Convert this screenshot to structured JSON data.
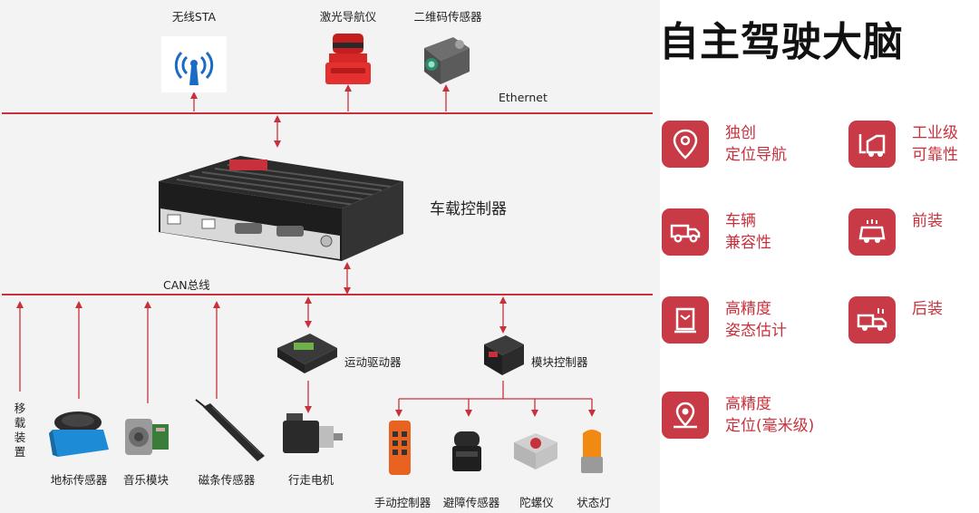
{
  "bus": {
    "ethernet_label": "Ethernet",
    "can_label": "CAN总线"
  },
  "top_devices": [
    {
      "label": "无线STA",
      "icon": "wifi-icon"
    },
    {
      "label": "激光导航仪",
      "icon": "laser-scanner-icon"
    },
    {
      "label": "二维码传感器",
      "icon": "qr-sensor-icon"
    }
  ],
  "controller": {
    "label": "车载控制器",
    "icon": "fanless-computer-icon"
  },
  "mid_devices": {
    "motion_driver": "运动驱动器",
    "module_controller": "模块控制器"
  },
  "mobile_group_label": "移载装置",
  "bottom_devices": [
    {
      "label": "地标传感器",
      "icon": "landmark-sensor-icon"
    },
    {
      "label": "音乐模块",
      "icon": "music-module-icon"
    },
    {
      "label": "磁条传感器",
      "icon": "magnetic-sensor-icon"
    },
    {
      "label": "行走电机",
      "icon": "motor-icon"
    }
  ],
  "module_devices": [
    {
      "label": "手动控制器",
      "icon": "remote-control-icon"
    },
    {
      "label": "避障传感器",
      "icon": "obstacle-sensor-icon"
    },
    {
      "label": "陀螺仪",
      "icon": "gyroscope-icon"
    },
    {
      "label": "状态灯",
      "icon": "status-light-icon"
    }
  ],
  "title": "自主驾驶大脑",
  "features": [
    {
      "line1": "独创",
      "line2": "定位导航",
      "icon": "location-pin-icon"
    },
    {
      "line1": "工业级",
      "line2": "可靠性",
      "icon": "forklift-icon"
    },
    {
      "line1": "车辆",
      "line2": "兼容性",
      "icon": "truck-icon"
    },
    {
      "line1": "前装",
      "line2": "",
      "icon": "truck-front-icon"
    },
    {
      "line1": "高精度",
      "line2": "姿态估计",
      "icon": "attitude-icon"
    },
    {
      "line1": "后装",
      "line2": "",
      "icon": "truck-rear-icon"
    },
    {
      "line1": "高精度",
      "line2": "定位(毫米级)",
      "icon": "map-pin-icon"
    }
  ],
  "colors": {
    "accent": "#c83a45",
    "feature_text": "#c8313c",
    "bus_line": "#c8313c",
    "diagram_bg": "#f3f3f3"
  }
}
